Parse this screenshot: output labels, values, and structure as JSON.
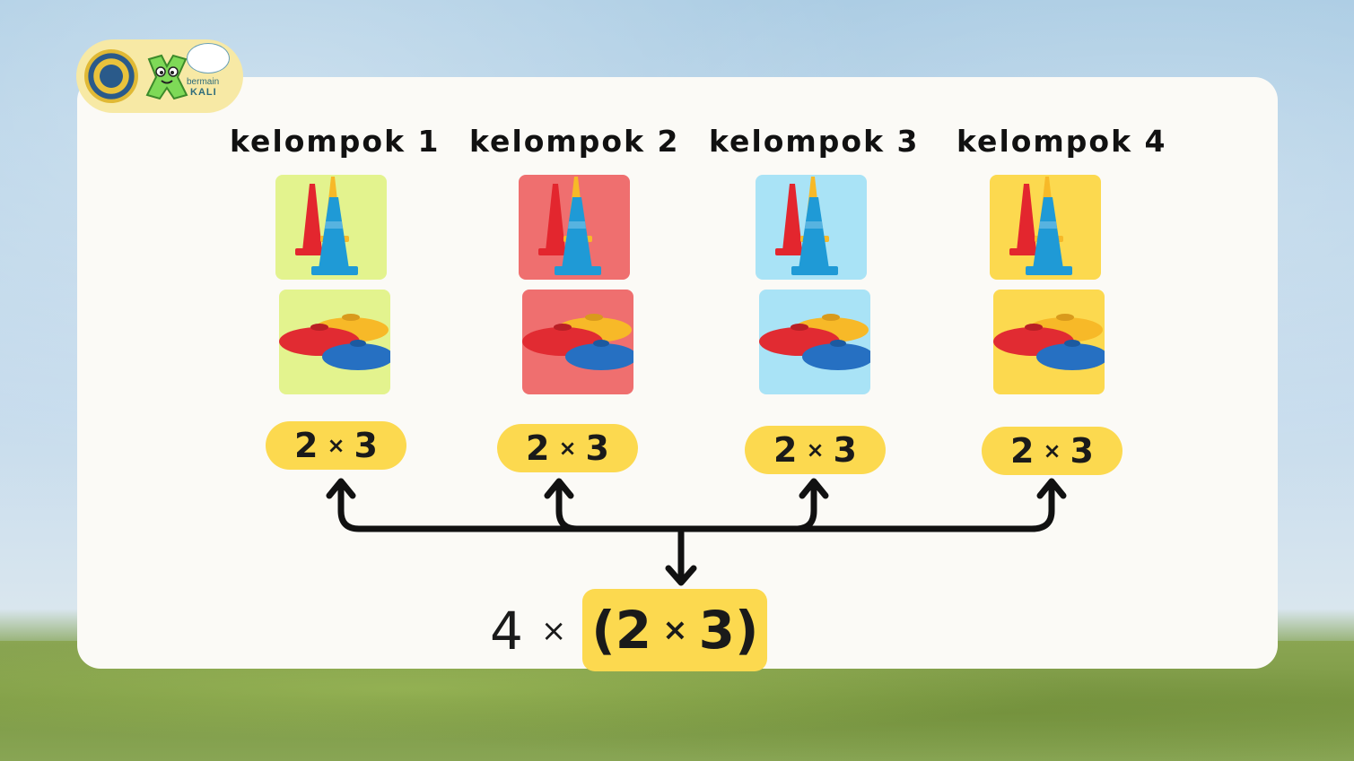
{
  "logo": {
    "bermain_text": "bermain",
    "kali_text": "KALI"
  },
  "groups": [
    {
      "label": "kelompok 1",
      "color": "#e3f38e",
      "expr_a": "2",
      "expr_op": "×",
      "expr_b": "3"
    },
    {
      "label": "kelompok 2",
      "color": "#ef6f6f",
      "expr_a": "2",
      "expr_op": "×",
      "expr_b": "3"
    },
    {
      "label": "kelompok 3",
      "color": "#a9e3f6",
      "expr_a": "2",
      "expr_op": "×",
      "expr_b": "3"
    },
    {
      "label": "kelompok 4",
      "color": "#fcd94f",
      "expr_a": "2",
      "expr_op": "×",
      "expr_b": "3"
    }
  ],
  "final_expression": {
    "multiplier": "4",
    "op": "×",
    "open": "(",
    "a": "2",
    "inner_op": "×",
    "b": "3",
    "close": ")"
  },
  "colors": {
    "highlight": "#fcd94f",
    "card": "#fbfaf6",
    "cone_red": "#e3262e",
    "cone_yellow": "#f7b928",
    "cone_blue": "#1f9ad6",
    "disc_red": "#e12b32",
    "disc_yellow": "#f7b928",
    "disc_blue": "#2670c2"
  }
}
